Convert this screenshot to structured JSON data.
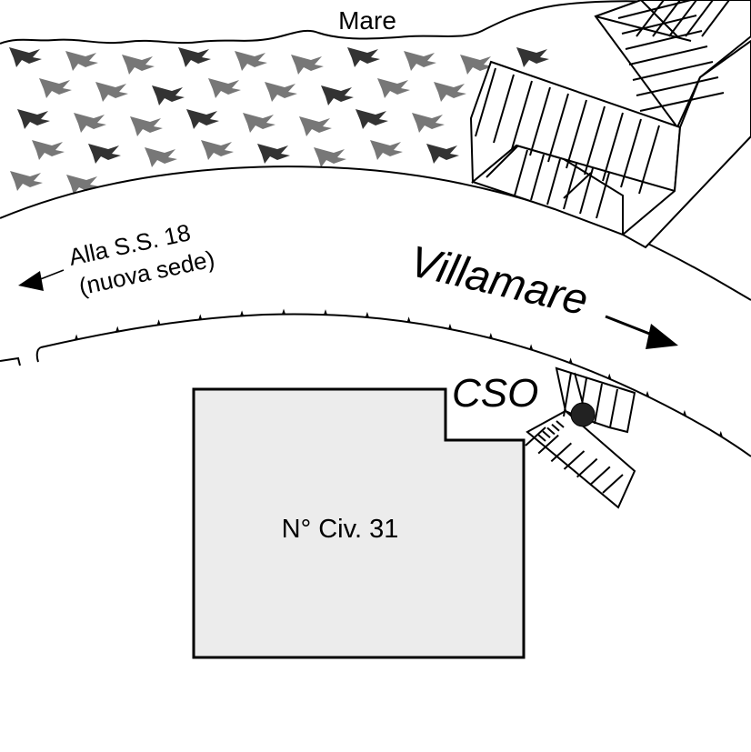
{
  "map": {
    "sea_label": "Mare",
    "road_label": "Villamare",
    "road_direction_label_line1": "Alla S.S. 18",
    "road_direction_label_line2": "(nuova sede)",
    "marker_label": "CSO",
    "building_label": "N° Civ. 31",
    "colors": {
      "building_fill": "#ececec",
      "line": "#000000",
      "vegetation": "#555555"
    }
  }
}
